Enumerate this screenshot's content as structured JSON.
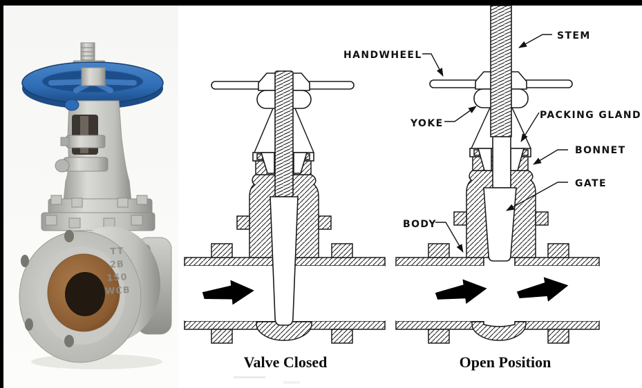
{
  "figure": {
    "type": "gate-valve-illustration",
    "background": "#ffffff",
    "border": {
      "top_bar_color": "#000000",
      "left_bar_color": "#000000"
    }
  },
  "photo": {
    "description": "Photograph of a metal gate valve with blue handwheel",
    "colors": {
      "handwheel": "#2e6cb5",
      "body": "#b9b9b5",
      "bore": "#8a5a30"
    },
    "cast_markings": [
      "TT",
      "2B",
      "150",
      "WCB"
    ]
  },
  "closed_diagram": {
    "caption": "Valve Closed"
  },
  "open_diagram": {
    "caption": "Open Position",
    "labels": {
      "handwheel": "HANDWHEEL",
      "stem": "STEM",
      "yoke": "YOKE",
      "packing_gland": "PACKING GLAND'",
      "bonnet": "BONNET",
      "gate": "GATE",
      "body": "BODY"
    }
  },
  "diagram_style": {
    "line_color": "#1a1a1a",
    "flow_arrow_color": "#000000"
  }
}
